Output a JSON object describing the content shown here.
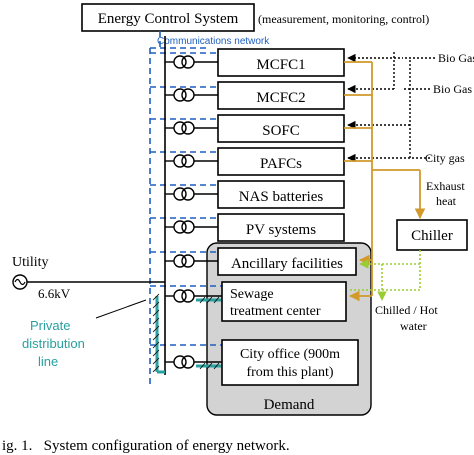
{
  "title": "Energy Control System",
  "title_note": "(measurement, monitoring, control)",
  "comm_network_label": "Communications network",
  "units": [
    {
      "label": "MCFC1"
    },
    {
      "label": "MCFC2"
    },
    {
      "label": "SOFC"
    },
    {
      "label": "PAFCs"
    },
    {
      "label": "NAS batteries"
    },
    {
      "label": "PV systems"
    },
    {
      "label": "Ancillary facilities"
    },
    {
      "label_line1": "Sewage",
      "label_line2": "treatment center"
    },
    {
      "label_line1": "City office (900m",
      "label_line2": "from this plant)"
    }
  ],
  "fuel_labels": {
    "bio_gas_1": "Bio Gas",
    "bio_gas_2": "Bio Gas",
    "city_gas": "City gas"
  },
  "exhaust_heat": {
    "line1": "Exhaust",
    "line2": "heat"
  },
  "chiller": "Chiller",
  "chilled_hot_water": {
    "line1": "Chilled / Hot",
    "line2": "water"
  },
  "utility": {
    "label": "Utility",
    "voltage": "6.6kV"
  },
  "private_line": {
    "line1": "Private",
    "line2": "distribution",
    "line3": "line"
  },
  "demand_label": "Demand",
  "caption": "ig. 1.   System configuration of energy network.",
  "colors": {
    "comm_network": "#1f5fbf",
    "heat": "#d19a2a",
    "chilled_water": "#9acd32",
    "private_line": "#2aa0a0",
    "demand_area": "#d3d3d3"
  }
}
